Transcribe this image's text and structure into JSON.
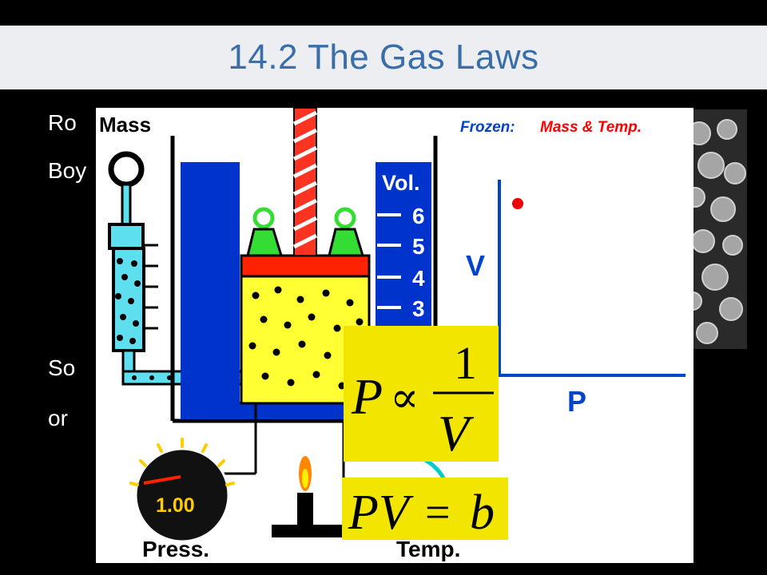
{
  "slide": {
    "title": "14.2 The Gas Laws",
    "bullets": [
      "Ro",
      "Boy",
      "So",
      "or"
    ]
  },
  "simulation": {
    "mass_label": "Mass",
    "frozen_label": "Frozen:",
    "frozen_vars": "Mass & Temp.",
    "vol_label": "Vol.",
    "vol_ticks": [
      "6",
      "5",
      "4",
      "3"
    ],
    "pressure_readout": "1.00",
    "press_label": "Press.",
    "temp_label": "Temp.",
    "graph_y_label": "V",
    "graph_x_label": "P"
  },
  "formulas": {
    "proportional": "P ∝ 1/V",
    "boyle": "PV = b"
  },
  "colors": {
    "title_text": "#3a6ea8",
    "title_bg": "#eceef1",
    "water": "#0033cc",
    "gas": "#ffff33",
    "piston": "#ff2200",
    "formula_bg": "#f2e600",
    "graph": "#0044cc",
    "point": "#ee0000"
  }
}
